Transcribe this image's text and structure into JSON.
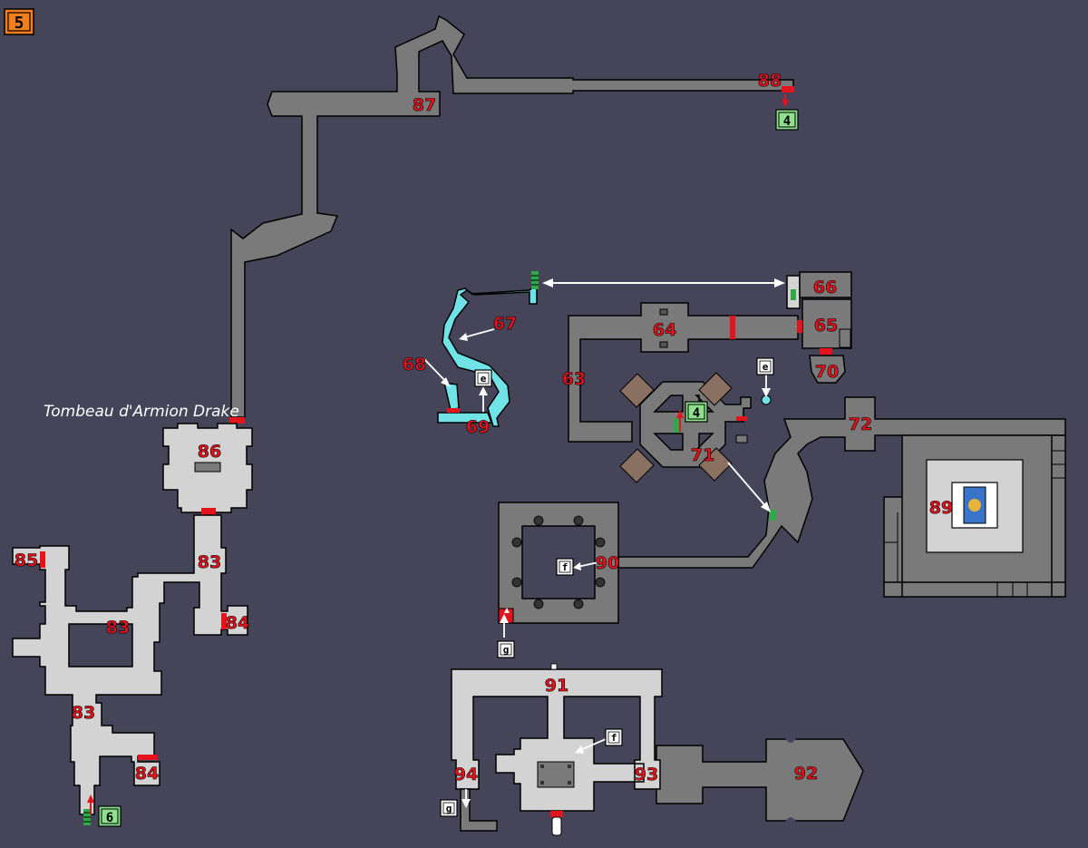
{
  "map": {
    "level_badge": "5",
    "area_title": "Tombeau d'Armion Drake",
    "room_labels": {
      "r63": "63",
      "r64": "64",
      "r65": "65",
      "r66": "66",
      "r67": "67",
      "r68": "68",
      "r69": "69",
      "r70": "70",
      "r71": "71",
      "r72": "72",
      "r83a": "83",
      "r83b": "83",
      "r83c": "83",
      "r84a": "84",
      "r84b": "84",
      "r85": "85",
      "r86": "86",
      "r87": "87",
      "r88": "88",
      "r89": "89",
      "r90": "90",
      "r91": "91",
      "r92": "92",
      "r93": "93",
      "r94": "94"
    },
    "markers": {
      "green_4_top": "4",
      "green_4_mid": "4",
      "green_6": "6",
      "white_e_a": "e",
      "white_e_b": "e",
      "white_f_a": "f",
      "white_f_b": "f",
      "white_g_a": "g",
      "white_g_b": "g"
    },
    "colors": {
      "background": "#454459",
      "room_dark": "#7a7a7a",
      "room_light": "#d3d3d3",
      "water": "#6fe3e6",
      "door": "#e5131b",
      "stairs": "#2fa84a",
      "label": "#e5131b",
      "badge_orange": "#f27e1d",
      "badge_green": "#8ee08e"
    }
  }
}
